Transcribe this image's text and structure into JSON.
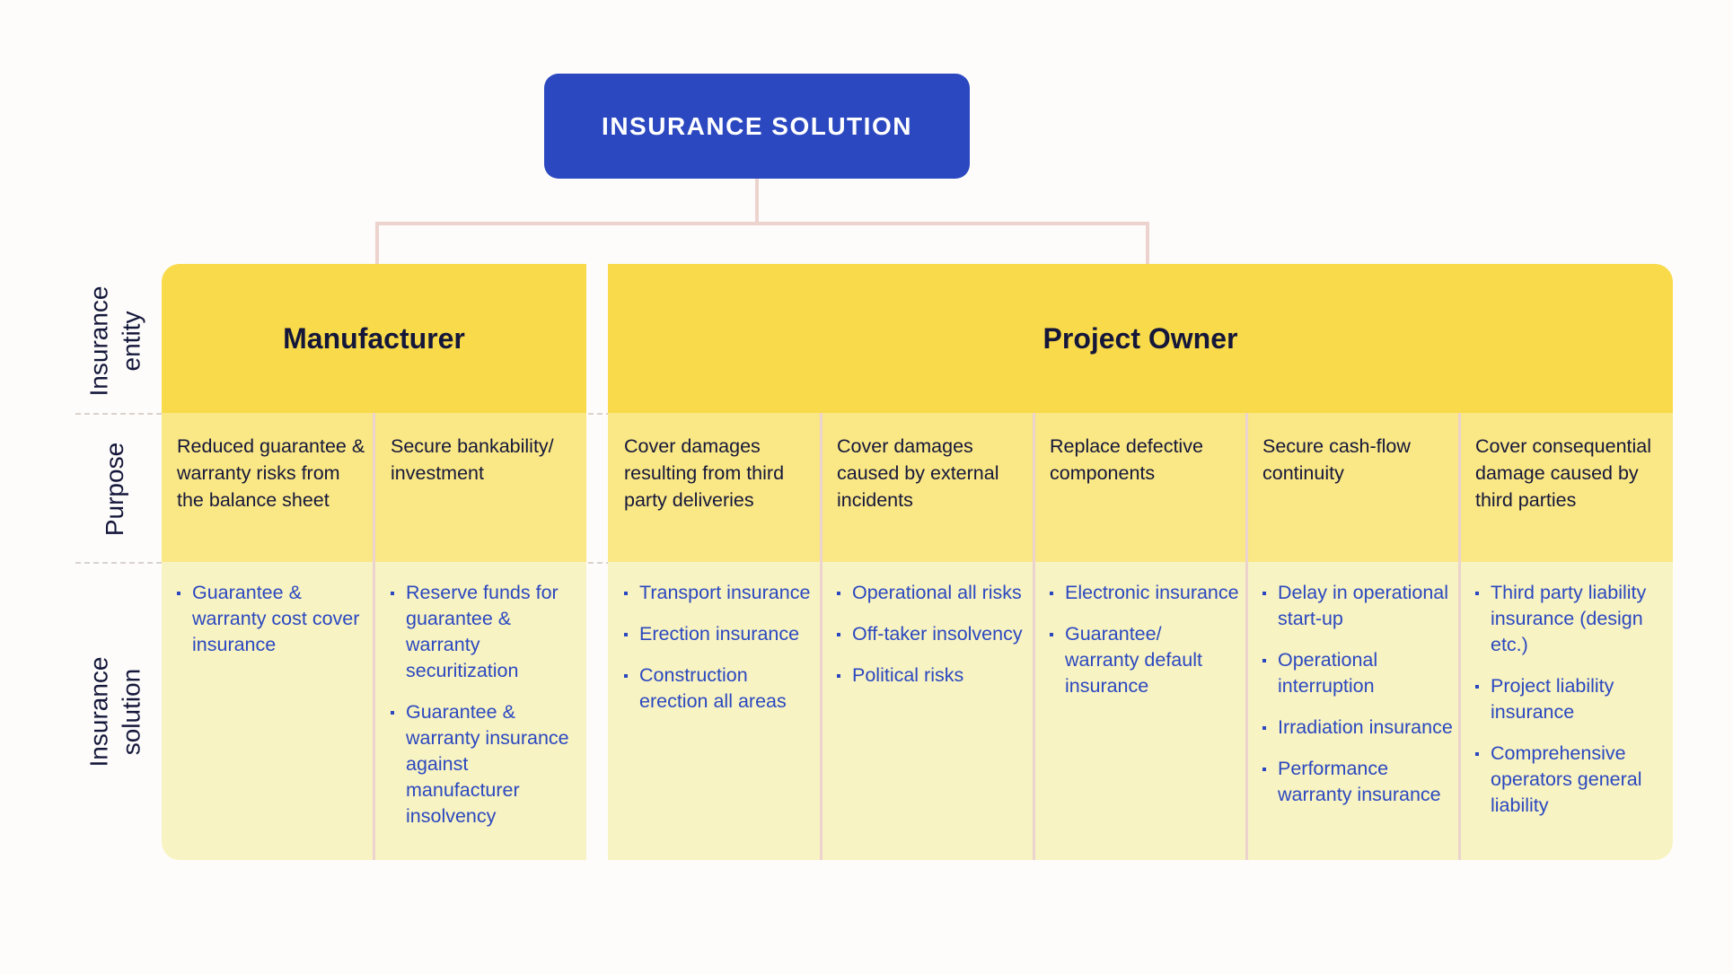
{
  "root": {
    "title": "INSURANCE SOLUTION"
  },
  "row_labels": {
    "entity": "Insurance\nentity",
    "purpose": "Purpose",
    "solution": "Insurance solution"
  },
  "groups": [
    {
      "name": "Manufacturer",
      "columns": [
        {
          "purpose": "Reduced guarantee & warranty risks from the balance sheet",
          "solutions": [
            "Guarantee & warranty cost cover insurance"
          ]
        },
        {
          "purpose": "Secure bankability/ investment",
          "solutions": [
            "Reserve funds for guarantee & warranty securitization",
            "Guarantee & warranty insurance against manufacturer insolvency"
          ]
        }
      ]
    },
    {
      "name": "Project Owner",
      "columns": [
        {
          "purpose": "Cover damages resulting from third party deliveries",
          "solutions": [
            "Transport insurance",
            "Erection insurance",
            "Construction erection all areas"
          ]
        },
        {
          "purpose": "Cover damages caused by external incidents",
          "solutions": [
            "Operational all risks",
            "Off-taker insolvency",
            "Political risks"
          ]
        },
        {
          "purpose": "Replace defective components",
          "solutions": [
            "Electronic insurance",
            "Guarantee/ warranty default insurance"
          ]
        },
        {
          "purpose": "Secure cash-flow continuity",
          "solutions": [
            "Delay in operational start-up",
            "Operational interruption",
            "Irradiation insurance",
            "Performance warranty insurance"
          ]
        },
        {
          "purpose": "Cover consequential damage caused by third parties",
          "solutions": [
            "Third party liability insurance (design etc.)",
            "Project liability insurance",
            "Comprehensive operators general liability"
          ]
        }
      ]
    }
  ],
  "colors": {
    "root_blue": "#2b48c0",
    "header_yellow": "#f8da4a",
    "purpose_yellow": "#fae785",
    "solution_yellow": "#f8f3c2",
    "connector": "#ecd3cd",
    "text_dark": "#15173a"
  }
}
